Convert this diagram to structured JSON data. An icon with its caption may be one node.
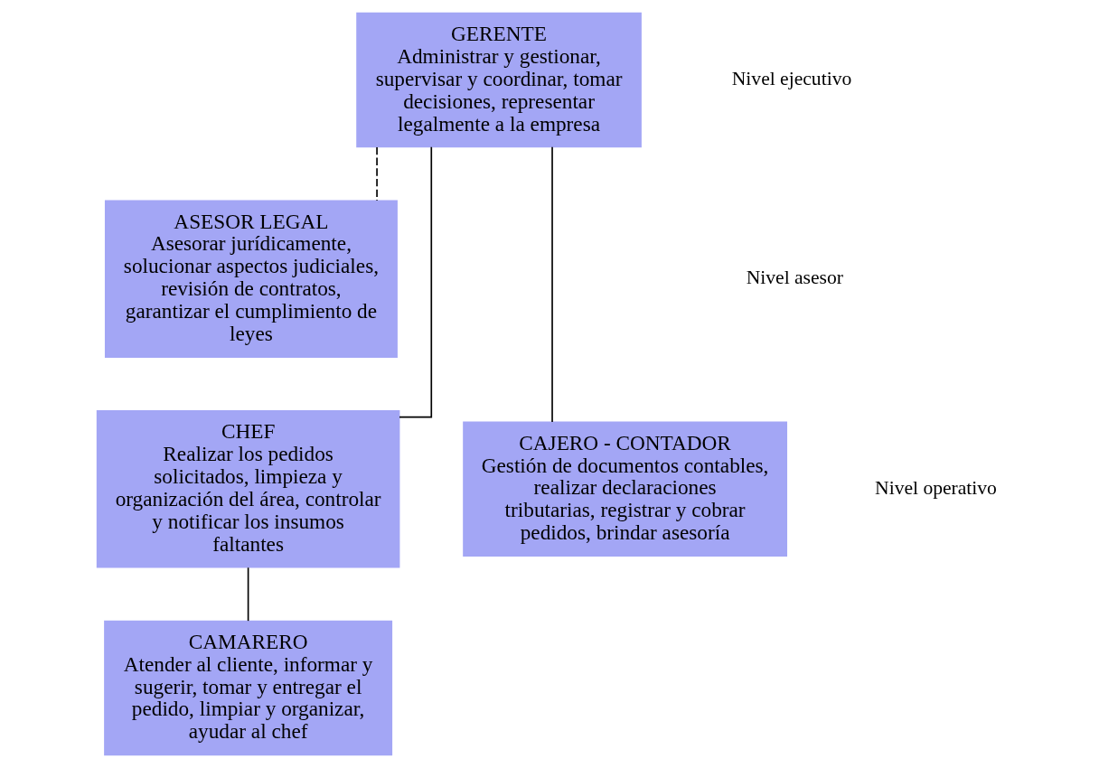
{
  "diagram": {
    "nodes": [
      {
        "text": [
          "GERENTE",
          "Administrar y gestionar, supervisar y coordinar, tomar decisiones, representar legalmente a la empresa"
        ]
      },
      {
        "text": [
          "ASESOR LEGAL",
          "Asesorar jurídicamente, solucionar aspectos judiciales, revisión de contratos, garantizar el cumplimiento de leyes"
        ]
      },
      {
        "text": [
          "CHEF",
          "Realizar los pedidos solicitados, limpieza y organización del área, controlar y notificar los insumos faltantes"
        ]
      },
      {
        "text": [
          "CAJERO - CONTADOR",
          "Gestión de documentos contables, realizar declaraciones tributarias, registrar y cobrar pedidos, brindar asesoría"
        ]
      },
      {
        "text": [
          "CAMARERO",
          "Atender al cliente, informar y sugerir, tomar y entregar el pedido, limpiar y organizar, ayudar al chef"
        ]
      }
    ],
    "edges": [
      {
        "from": 0,
        "to": 1,
        "arrow": "none",
        "style": "dashed"
      },
      {
        "from": 0,
        "to": 2,
        "arrow": "none"
      },
      {
        "from": 0,
        "to": 3,
        "arrow": "none"
      },
      {
        "from": 2,
        "to": 4,
        "arrow": "none"
      }
    ],
    "labels": [
      "Nivel ejecutivo",
      "Nivel asesor",
      "Nivel operativo"
    ]
  }
}
